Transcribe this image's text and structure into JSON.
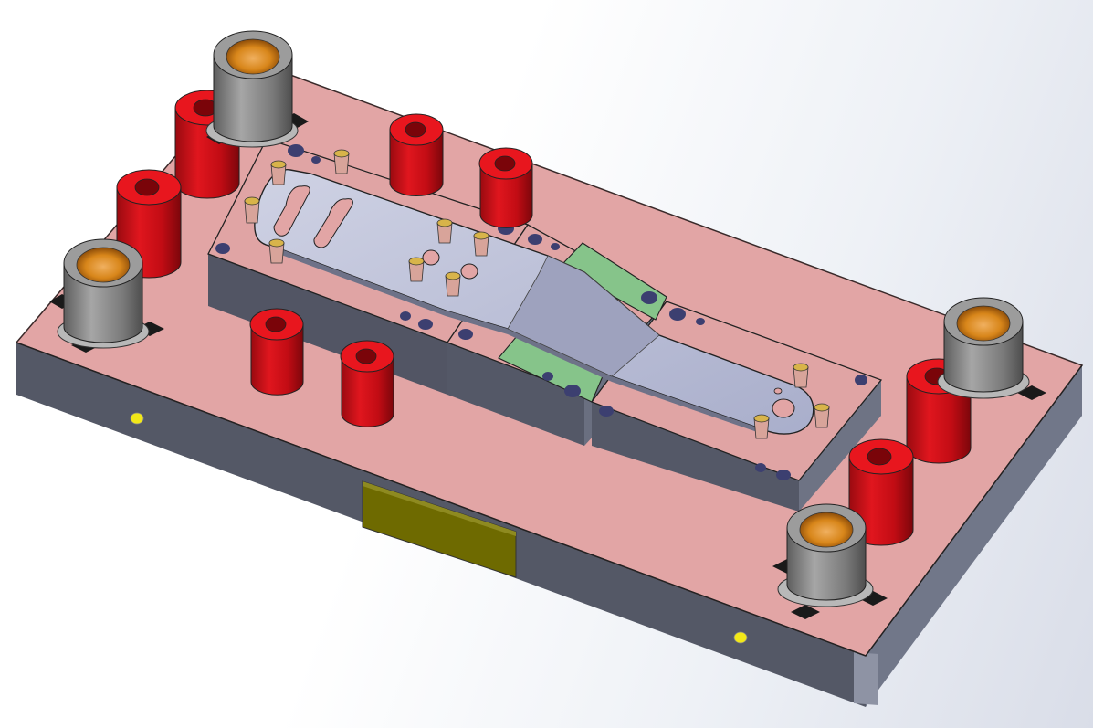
{
  "viewport": {
    "background": [
      "#ffffff",
      "#d9dde8"
    ],
    "model": "die-set-assembly"
  },
  "colors": {
    "die_shoe_top": "#e2a5a5",
    "die_shoe_side": "#545866",
    "die_shoe_side_right": "#6e7484",
    "guide_post": "#d8101a",
    "guide_bushing": "#8c8c8c",
    "bushing_bore": "#d88a1e",
    "die_block_top": "#e0a4a4",
    "die_block_side": "#555867",
    "blank_part": "#b8bdd6",
    "forming_insert": "#86c48a",
    "pilot_pin": "#d8a49a",
    "hole": "#3c3f70",
    "nameplate": "#6e6a00",
    "marker_dot": "#f2e818"
  },
  "components": [
    {
      "name": "die-shoe",
      "count": 1
    },
    {
      "name": "guide-bushing",
      "count": 4
    },
    {
      "name": "guide-post",
      "count": 8
    },
    {
      "name": "die-block",
      "count": 3
    },
    {
      "name": "forming-insert",
      "count": 2
    },
    {
      "name": "pilot-pin",
      "count": 11
    },
    {
      "name": "nameplate",
      "count": 1
    },
    {
      "name": "marker-dot",
      "count": 2
    }
  ]
}
